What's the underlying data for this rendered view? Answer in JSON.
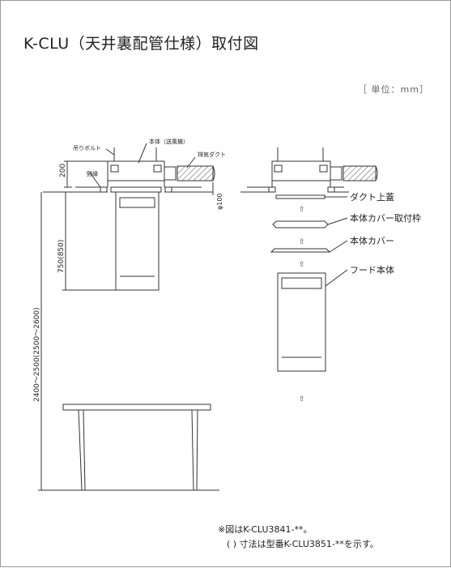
{
  "title": "K-CLU（天井裏配管仕様）取付図",
  "unit_label": "［ 単位：mm］",
  "labels": {
    "hanging_bolt": "吊りボルト",
    "main_body": "本体（送風機）",
    "exhaust_duct": "排気ダクト",
    "nomichi": "野縁",
    "dim_200": "200",
    "dim_phi100": "φ100",
    "dim_750": "750(850)",
    "dim_height": "2400〜2500(2500〜2600)"
  },
  "parts": {
    "duct_top_cover": "ダクト上蓋",
    "body_cover_frame": "本体カバー取付枠",
    "body_cover": "本体カバー",
    "hood_body": "フード本体"
  },
  "notes": {
    "line1": "※図はK-CLU3841-**。",
    "line2": "( ) 寸法は型番K-CLU3851-**を示す。"
  }
}
